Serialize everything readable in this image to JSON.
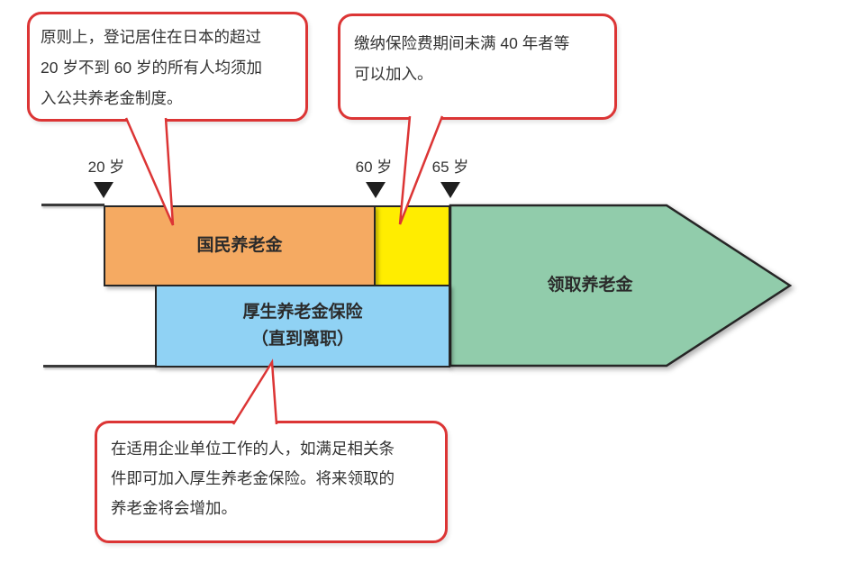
{
  "callouts": {
    "top_left": {
      "lines": [
        "原则上，登记居住在日本的超过",
        "20 岁不到 60 岁的所有人均须加",
        "入公共养老金制度。"
      ]
    },
    "top_right": {
      "lines": [
        "缴纳保险费期间未满 40 年者等",
        "可以加入。"
      ]
    },
    "bottom": {
      "lines": [
        "在适用企业单位工作的人，如满足相关条",
        "件即可加入厚生养老金保险。将来领取的",
        "养老金将会增加。"
      ]
    }
  },
  "age_markers": [
    {
      "label": "20 岁"
    },
    {
      "label": "60 岁"
    },
    {
      "label": "65 岁"
    }
  ],
  "bars": {
    "national_pension": {
      "label": "国民养老金"
    },
    "employees_pension": {
      "label": "厚生养老金保险",
      "sublabel": "（直到离职）"
    },
    "receive_pension": {
      "label": "领取养老金"
    }
  },
  "colors": {
    "national_pension": "#f5aa62",
    "optional_extension": "#ffed00",
    "employees_pension": "#90d2f4",
    "receive_pension": "#91ccab",
    "callout_border": "#dc3535",
    "outline": "#262626",
    "text": "#333333"
  }
}
